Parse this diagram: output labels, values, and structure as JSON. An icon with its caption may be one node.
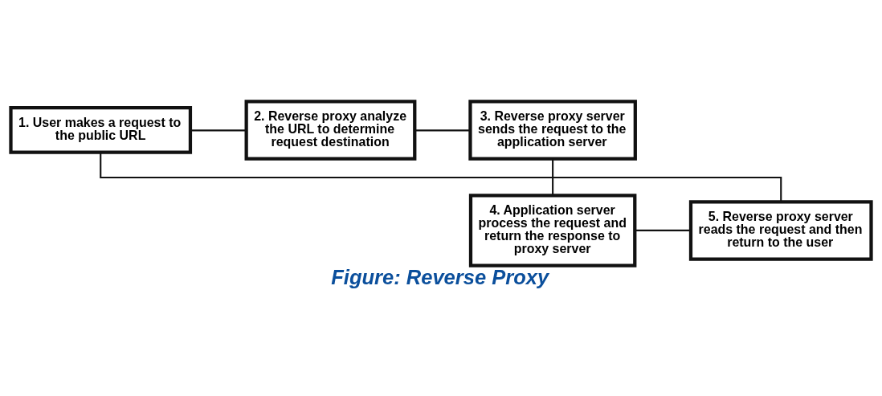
{
  "diagram": {
    "caption": "Figure: Reverse Proxy",
    "nodes": [
      {
        "text": [
          "1. User makes a request to the public URL"
        ]
      },
      {
        "text": [
          "2. Reverse proxy analyze the URL to determine request destination"
        ]
      },
      {
        "text": [
          "3. Reverse proxy server sends the request to the application server"
        ]
      },
      {
        "text": [
          "4. Application server process the request and return the response to proxy server"
        ]
      },
      {
        "text": [
          "5. Reverse proxy server reads the request and then return to the user"
        ]
      }
    ],
    "edges": [
      {
        "from": 0,
        "to": 1,
        "arrow": "none"
      },
      {
        "from": 1,
        "to": 2,
        "arrow": "none"
      },
      {
        "from": 2,
        "to": 3,
        "arrow": "none"
      },
      {
        "from": 3,
        "to": 4,
        "arrow": "none"
      },
      {
        "from": 4,
        "to": 0,
        "arrow": "none"
      }
    ]
  }
}
